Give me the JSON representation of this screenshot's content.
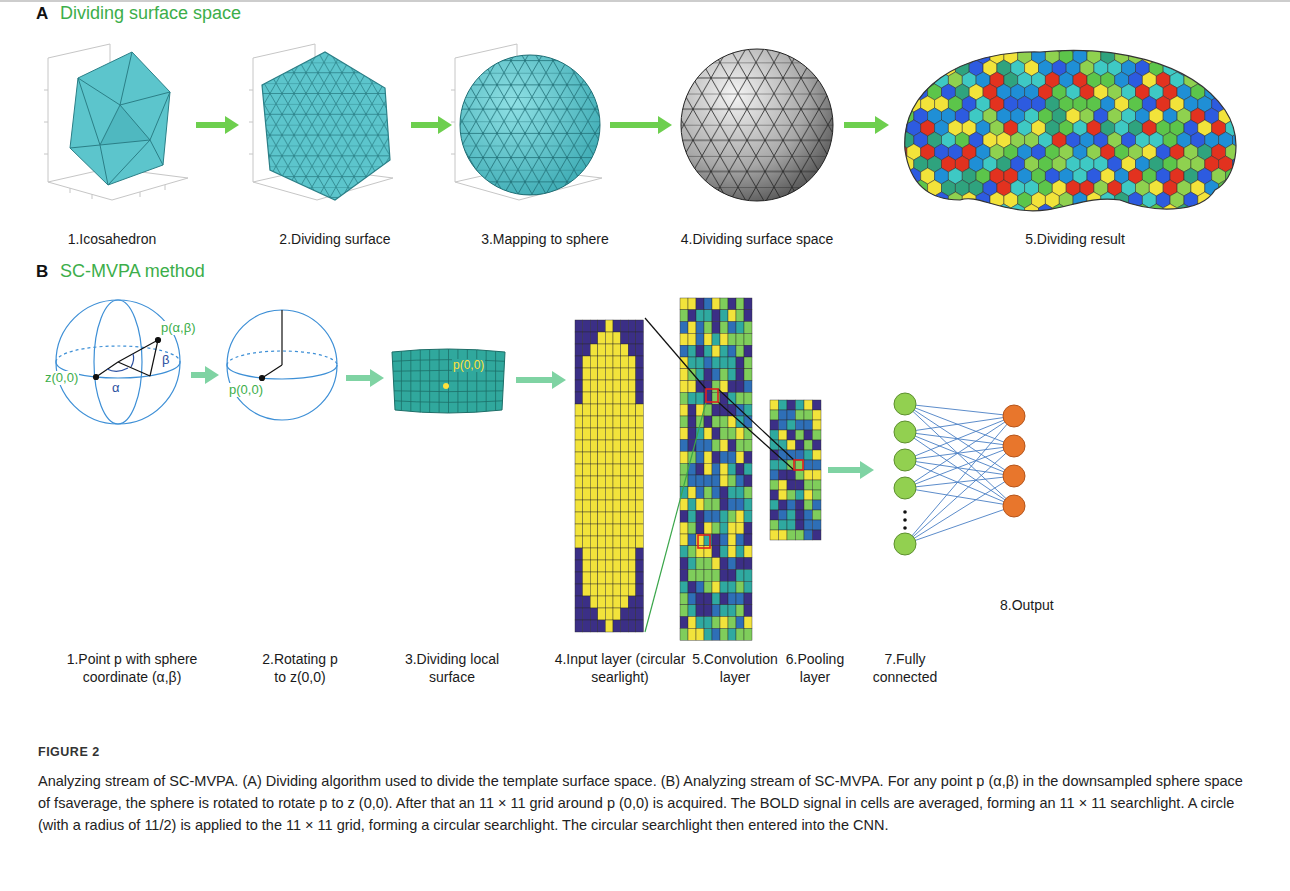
{
  "diagram": {
    "caption": "Analyzing stream of SC-MVPA. (A) Dividing algorithm used to divide the template surface space. (B) Analyzing stream of SC-MVPA. For any point p (α,β) in the downsampled sphere space of fsaverage, the sphere is rotated to rotate p to z (0,0). After that an 11 × 11 grid around p (0,0) is acquired. The BOLD signal in cells are averaged, forming an 11 × 11 searchlight. A circle (with a radius of 11/2) is applied to the 11 × 11 grid, forming a circular searchlight. The circular searchlight then entered into the CNN.",
    "nodes": [
      {
        "text": [
          "1.Icosahedron"
        ]
      },
      {
        "text": [
          "2.Dividing surface"
        ]
      },
      {
        "text": [
          "3.Mapping to sphere"
        ]
      },
      {
        "text": [
          "4.Dividing surface space"
        ]
      },
      {
        "text": [
          "5.Dividing result"
        ]
      },
      {
        "text": [
          "1.Point p with sphere coordinate (α,β)"
        ]
      },
      {
        "text": [
          "2.Rotating p to z(0,0)"
        ]
      },
      {
        "text": [
          "3.Dividing local surface"
        ]
      },
      {
        "text": [
          "4.Input layer (circular searlight)"
        ]
      },
      {
        "text": [
          "5.Convolution layer"
        ]
      },
      {
        "text": [
          "6.Pooling layer"
        ]
      },
      {
        "text": [
          "7.Fully connected"
        ]
      }
    ],
    "edges": [
      {
        "from": 0,
        "to": 1,
        "arrow": "to"
      },
      {
        "from": 1,
        "to": 2,
        "arrow": "to"
      },
      {
        "from": 2,
        "to": 3,
        "arrow": "to"
      },
      {
        "from": 3,
        "to": 4,
        "arrow": "to"
      },
      {
        "from": 5,
        "to": 6,
        "arrow": "to"
      },
      {
        "from": 6,
        "to": 7,
        "arrow": "to"
      },
      {
        "from": 7,
        "to": 8,
        "arrow": "to"
      },
      {
        "from": 10,
        "to": 11,
        "arrow": "to"
      }
    ],
    "labels": [
      "A",
      "Dividing surface space",
      "B",
      "SC-MVPA method",
      "z(0,0)",
      "p(α,β)",
      "α",
      "β",
      "p(0,0)",
      "p(0,0)",
      "8.Output",
      "FIGURE 2"
    ]
  }
}
